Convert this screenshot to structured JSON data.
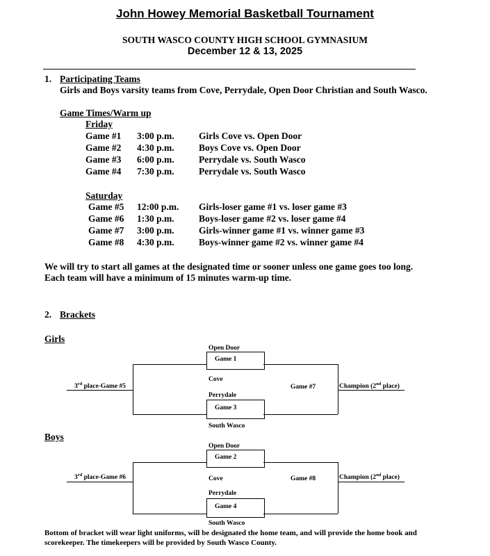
{
  "header": {
    "title": "John Howey Memorial Basketball Tournament",
    "venue": "SOUTH WASCO COUNTY HIGH SCHOOL GYMNASIUM",
    "dates": "December 12 & 13, 2025"
  },
  "section1": {
    "number": "1.",
    "heading": "Participating Teams",
    "text": "Girls and Boys varsity teams from Cove, Perrydale, Open Door Christian and South Wasco.",
    "times_heading": "Game Times/Warm up",
    "friday": {
      "day": "Friday",
      "games": [
        {
          "game": "Game #1",
          "time": "3:00 p.m.",
          "matchup": "Girls Cove vs. Open Door"
        },
        {
          "game": "Game #2",
          "time": "4:30 p.m.",
          "matchup": "Boys Cove vs.  Open Door"
        },
        {
          "game": "Game #3",
          "time": "6:00 p.m.",
          "matchup": "Perrydale  vs. South Wasco"
        },
        {
          "game": "Game #4",
          "time": "7:30 p.m.",
          "matchup": "Perrydale  vs. South Wasco"
        }
      ]
    },
    "saturday": {
      "day": "Saturday",
      "games": [
        {
          "game": "Game #5",
          "time": "12:00 p.m.",
          "matchup": "Girls-loser game #1 vs. loser game #3"
        },
        {
          "game": "Game #6",
          "time": "1:30 p.m.",
          "matchup": "Boys-loser game #2 vs. loser game #4"
        },
        {
          "game": "Game #7",
          "time": "3:00 p.m.",
          "matchup": "Girls-winner game #1 vs. winner game #3"
        },
        {
          "game": "Game #8",
          "time": "4:30 p.m.",
          "matchup": "Boys-winner game #2 vs. winner game #4"
        }
      ]
    },
    "note_line1": "We will try to start all games at the designated time or sooner unless one game goes too long.",
    "note_line2": "Each team will have a minimum of 15 minutes warm-up time."
  },
  "section2": {
    "number": "2.",
    "heading": "Brackets",
    "girls": {
      "label": "Girls",
      "top_team": "Open Door",
      "top_game": "Game 1",
      "team2": "Cove",
      "team3": "Perrydale",
      "bottom_game": "Game 3",
      "bottom_team": "South Wasco",
      "third_place_prefix": "3",
      "third_place_sup": "rd",
      "third_place_suffix": " place-Game #5",
      "final_game": "Game #7",
      "champion_prefix": "Champion (2",
      "champion_sup": "nd",
      "champion_suffix": " place)"
    },
    "boys": {
      "label": "Boys",
      "top_team": "Open Door",
      "top_game": "Game 2",
      "team2": "Cove",
      "team3": "Perrydale",
      "bottom_game": "Game 4",
      "bottom_team": "South Wasco",
      "third_place_prefix": "3",
      "third_place_sup": "rd",
      "third_place_suffix": " place-Game #6",
      "final_game": "Game #8",
      "champion_prefix": "Champion (2",
      "champion_sup": "nd",
      "champion_suffix": " place)"
    },
    "footer_line1": "Bottom of bracket will wear light uniforms, will be designated the home team, and will provide the home book and",
    "footer_line2": "scorekeeper. The timekeepers will be provided by South Wasco County."
  }
}
